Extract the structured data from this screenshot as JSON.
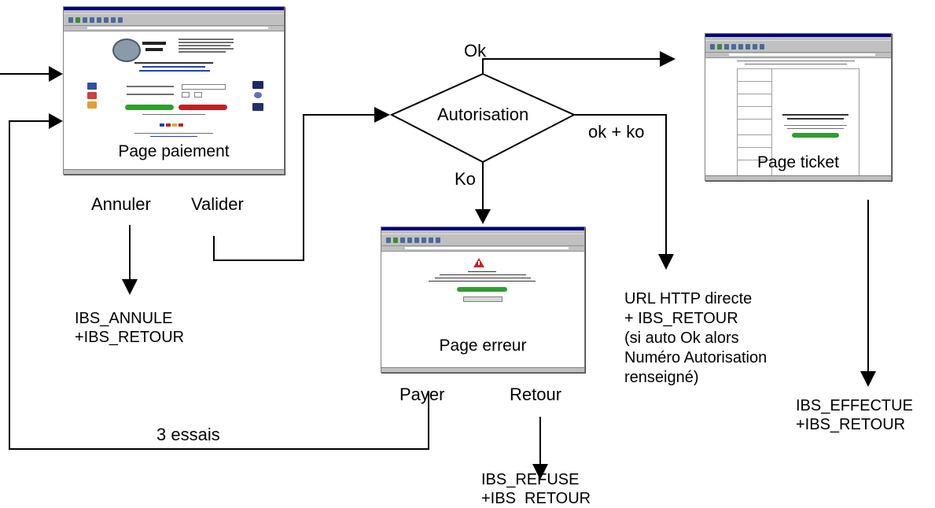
{
  "screens": {
    "payment": {
      "caption": "Page paiement"
    },
    "error": {
      "caption": "Page erreur"
    },
    "ticket": {
      "caption": "Page ticket"
    }
  },
  "decision": {
    "label": "Autorisation"
  },
  "labels": {
    "ok": "Ok",
    "ok_ko": "ok + ko",
    "ko": "Ko",
    "annuler": "Annuler",
    "valider": "Valider",
    "payer": "Payer",
    "retour": "Retour",
    "essais": "3 essais"
  },
  "outcomes": {
    "annule": [
      "IBS_ANNULE",
      "+IBS_RETOUR"
    ],
    "refuse": [
      "IBS_REFUSE",
      "+IBS  RETOUR"
    ],
    "http": [
      "URL HTTP directe",
      "+ IBS_RETOUR",
      "(si auto Ok alors",
      "Numéro Autorisation",
      "renseigné)"
    ],
    "effectue": [
      "IBS_EFFECTUE",
      "+IBS_RETOUR"
    ]
  },
  "colors": {
    "line": "#000000",
    "background": "#ffffff"
  }
}
